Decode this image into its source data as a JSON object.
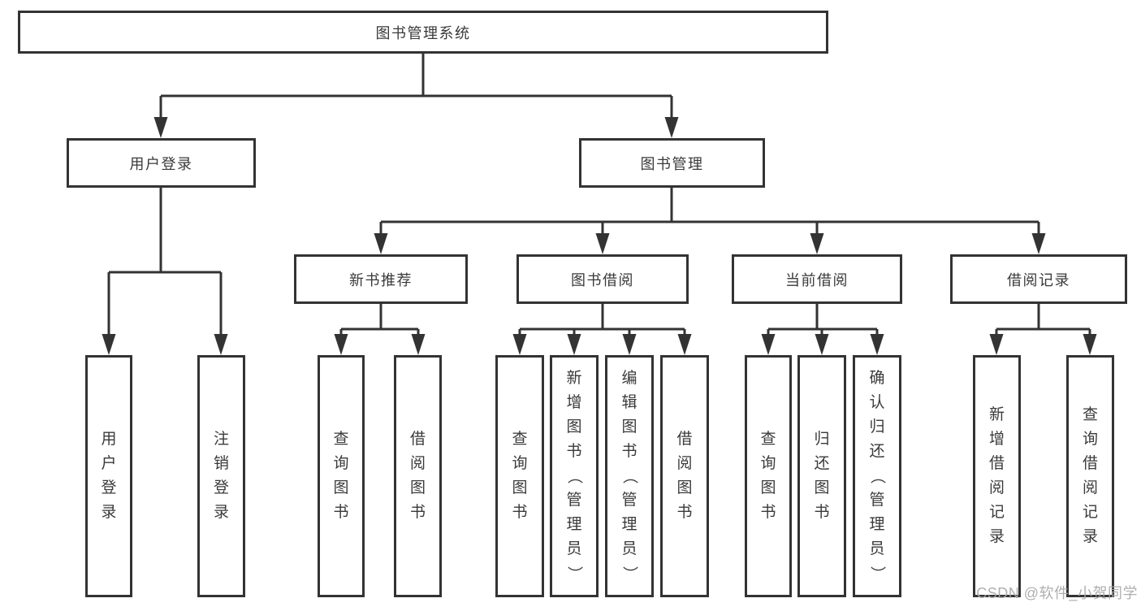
{
  "root": {
    "label": "图书管理系统"
  },
  "branches": [
    {
      "label": "用户登录",
      "children": [
        "用户登录",
        "注销登录"
      ]
    },
    {
      "label": "图书管理",
      "sub": [
        {
          "label": "新书推荐",
          "children": [
            "查询图书",
            "借阅图书"
          ]
        },
        {
          "label": "图书借阅",
          "children": [
            "查询图书",
            "新增图书（管理员）",
            "编辑图书（管理员）",
            "借阅图书"
          ]
        },
        {
          "label": "当前借阅",
          "children": [
            "查询图书",
            "归还图书",
            "确认归还（管理员）"
          ]
        },
        {
          "label": "借阅记录",
          "children": [
            "新增借阅记录",
            "查询借阅记录"
          ]
        }
      ]
    }
  ],
  "watermark": "CSDN @软件_小贺同学",
  "colors": {
    "line": "#333333",
    "text": "#3a3a3a",
    "watermark": "#a8a8a8",
    "background": "#ffffff"
  }
}
